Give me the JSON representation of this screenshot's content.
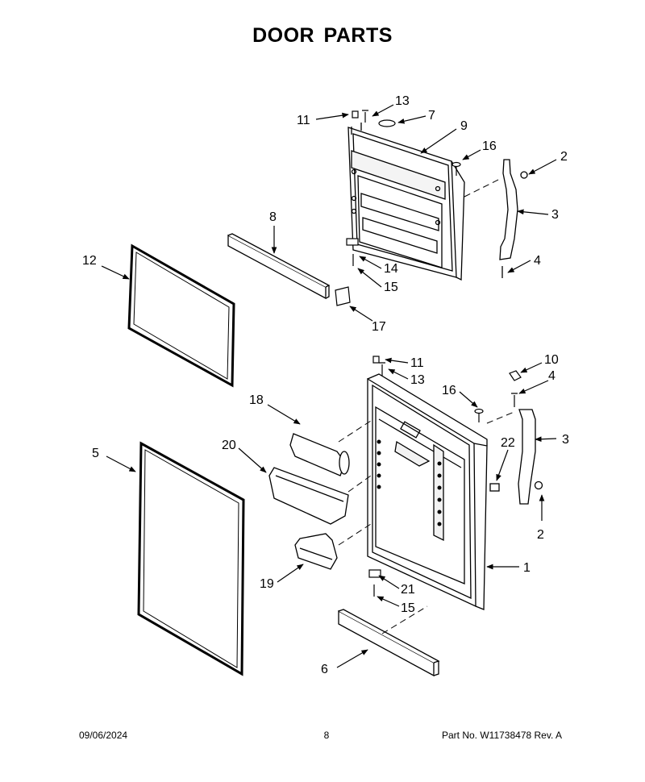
{
  "title": "DOOR PARTS",
  "callouts": {
    "c11_top": "11",
    "c13_top": "13",
    "c7": "7",
    "c9": "9",
    "c16_top": "16",
    "c2_top": "2",
    "c3_top": "3",
    "c4_top": "4",
    "c8": "8",
    "c12": "12",
    "c14": "14",
    "c15_top": "15",
    "c17": "17",
    "c11_bot": "11",
    "c10": "10",
    "c13_bot": "13",
    "c4_bot": "4",
    "c16_bot": "16",
    "c18": "18",
    "c3_bot": "3",
    "c20": "20",
    "c22": "22",
    "c5": "5",
    "c2_bot": "2",
    "c1": "1",
    "c19": "19",
    "c21": "21",
    "c15_bot": "15",
    "c6": "6"
  },
  "footer": {
    "date": "09/06/2024",
    "page": "8",
    "part": "Part No.  W11738478   Rev.  A"
  }
}
